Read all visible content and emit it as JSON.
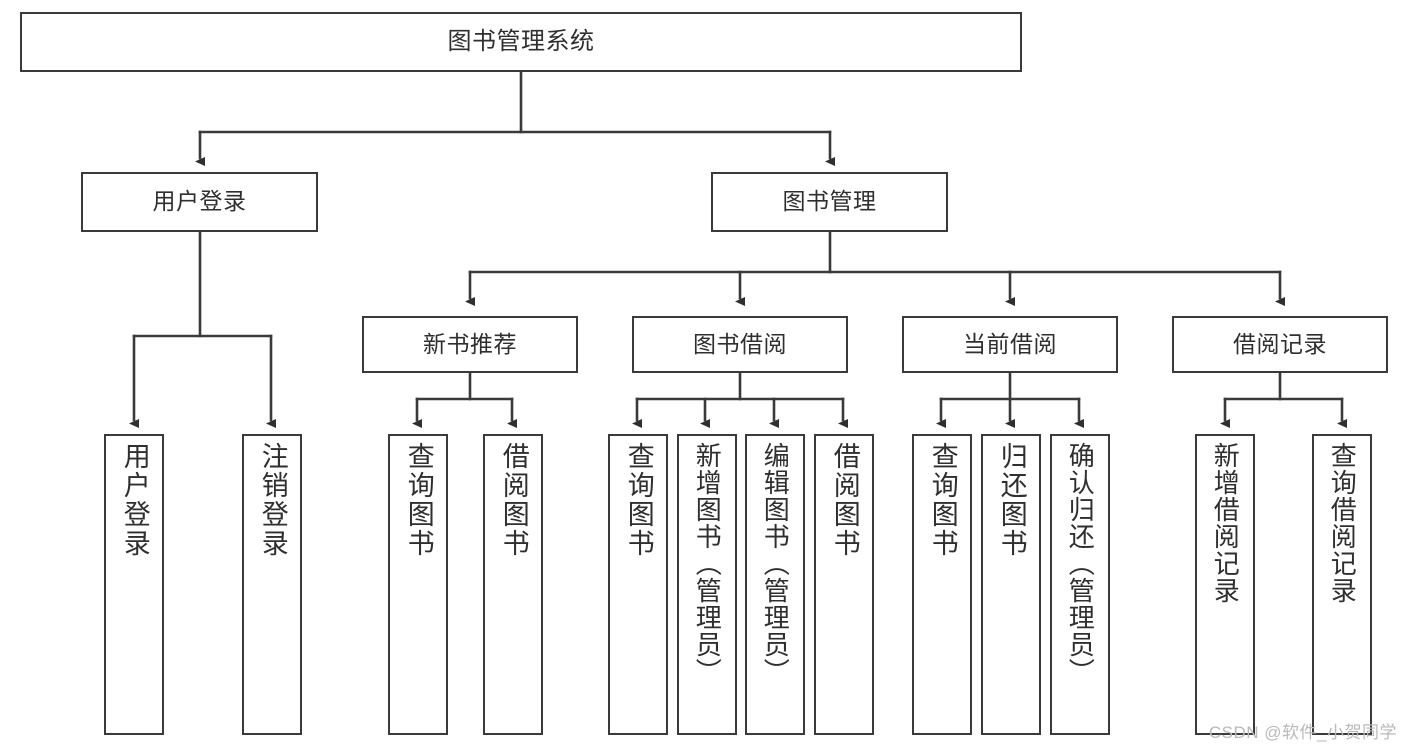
{
  "diagram": {
    "title": "图书管理系统",
    "watermark": "CSDN @软件_小贺同学",
    "line_color": "#3a3a3a",
    "text_color": "#2f2f2f",
    "background_color": "#ffffff",
    "type": "tree-hierarchy",
    "root": {
      "label": "图书管理系统"
    },
    "level2": [
      {
        "label": "用户登录"
      },
      {
        "label": "图书管理"
      }
    ],
    "level3": [
      {
        "label": "新书推荐"
      },
      {
        "label": "图书借阅"
      },
      {
        "label": "当前借阅"
      },
      {
        "label": "借阅记录"
      }
    ],
    "leaves": {
      "user_login": [
        {
          "label": "用户登录"
        },
        {
          "label": "注销登录"
        }
      ],
      "new_book_rec": [
        {
          "label": "查询图书"
        },
        {
          "label": "借阅图书"
        }
      ],
      "book_borrow": [
        {
          "label": "查询图书"
        },
        {
          "label": "新增图书（管理员）"
        },
        {
          "label": "编辑图书（管理员）"
        },
        {
          "label": "借阅图书"
        }
      ],
      "current_borrow": [
        {
          "label": "查询图书"
        },
        {
          "label": "归还图书"
        },
        {
          "label": "确认归还（管理员）"
        }
      ],
      "borrow_record": [
        {
          "label": "新增借阅记录"
        },
        {
          "label": "查询借阅记录"
        }
      ]
    }
  }
}
